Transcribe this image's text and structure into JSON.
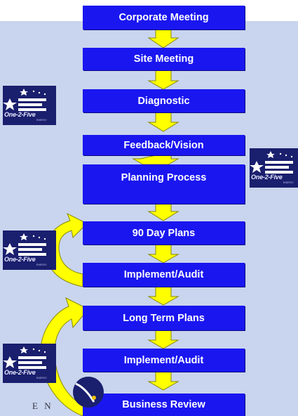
{
  "steps": [
    "Corporate Meeting",
    "Site Meeting",
    "Diagnostic",
    "Feedback/Vision",
    "Planning Process",
    "90 Day Plans",
    "Implement/Audit",
    "Long Term Plans",
    "Implement/Audit",
    "Business Review"
  ],
  "logo": {
    "text": "One-2-Five",
    "subtext": "ENERGY"
  },
  "partner_text": "E N",
  "colors": {
    "step_box": "#1a16f0",
    "step_text": "#ffffff",
    "arrow": "#ffff00",
    "background_panel": "#c9d5ee",
    "logo_bg": "#1a1f6e"
  }
}
